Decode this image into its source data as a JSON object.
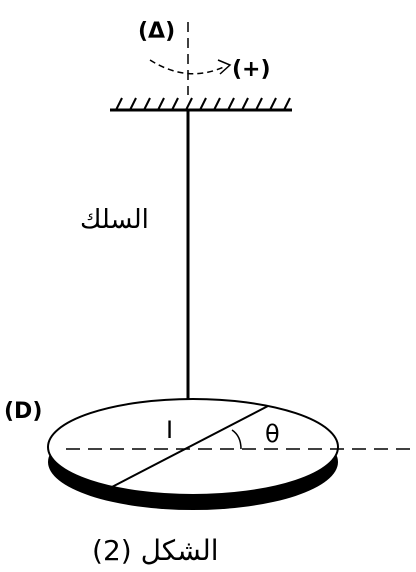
{
  "figure": {
    "axis_label": "(Δ)",
    "direction_label": "(+)",
    "wire_label": "السلك",
    "disc_label": "(D)",
    "point_label": "I",
    "angle_label": "θ",
    "caption": "الشكل (2)"
  },
  "colors": {
    "ink": "#000000",
    "background": "#ffffff"
  }
}
